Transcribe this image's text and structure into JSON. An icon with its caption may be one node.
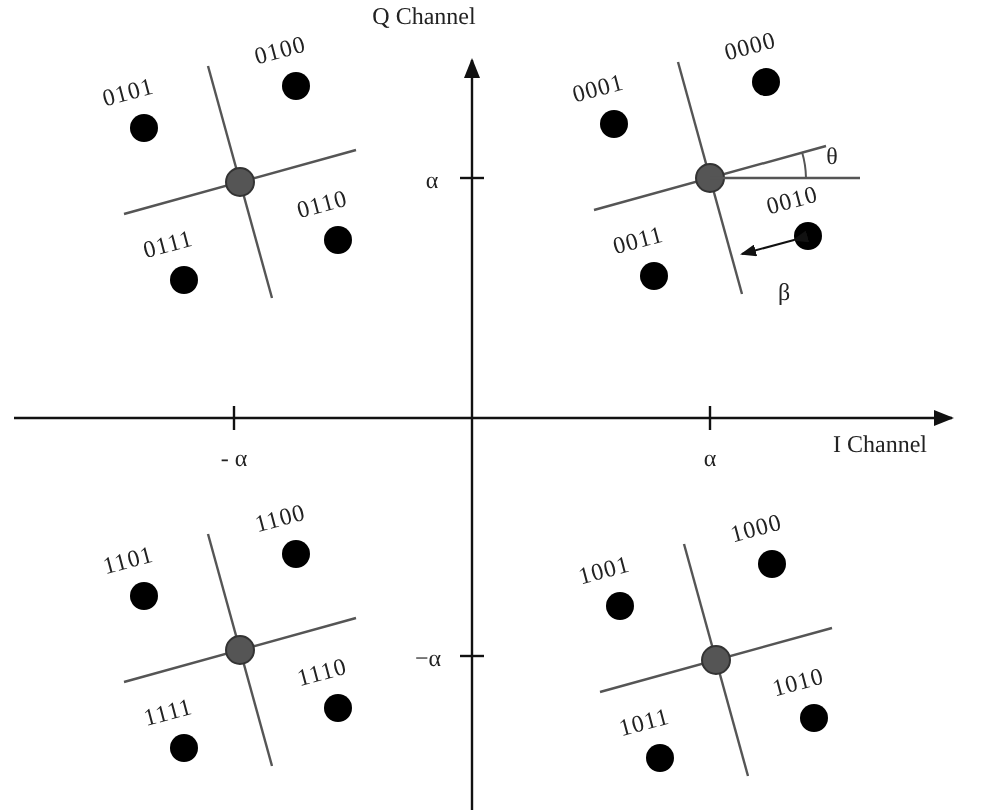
{
  "diagram": {
    "labels": [
      "Q Channel",
      "0101",
      "0100",
      "0001",
      "0000",
      "α",
      "θ",
      "0110",
      "0010",
      "0111",
      "0011",
      "β",
      "- α",
      "α",
      "I Channel",
      "1101",
      "1100",
      "1001",
      "1000",
      "−α",
      "1110",
      "1010",
      "1111",
      "1011"
    ]
  }
}
